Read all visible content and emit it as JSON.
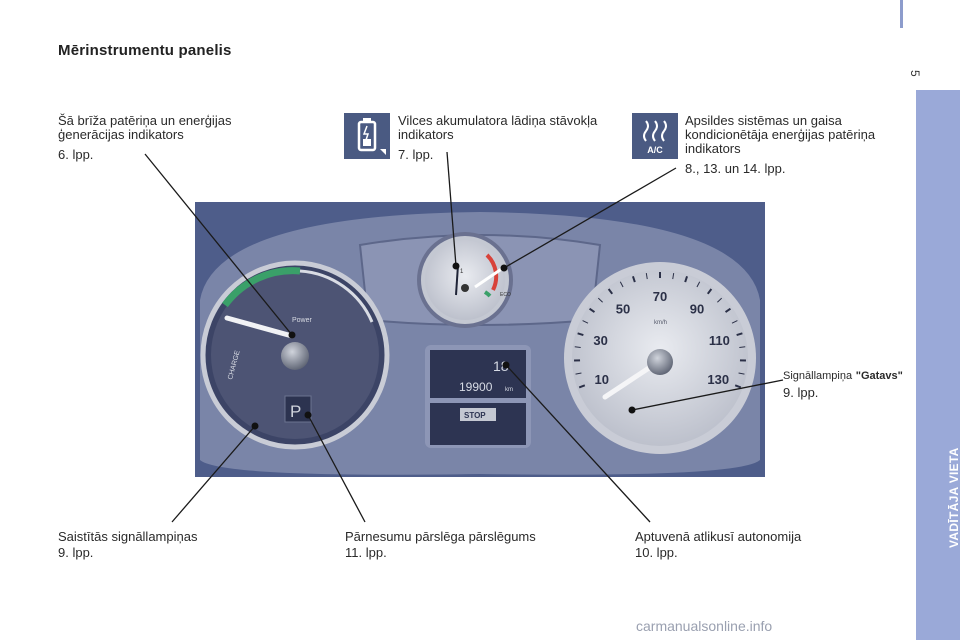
{
  "header": {
    "title": "Mērinstrumentu panelis",
    "page_number": "5"
  },
  "sidebar": {
    "section": "VADĪTĀJA VIETA"
  },
  "callouts": {
    "power_indicator": {
      "text": "Šā brīža patēriņa un enerģijas ģenerācijas indikators",
      "ref": "6. lpp."
    },
    "battery_indicator": {
      "text": "Vilces akumulatora lādiņa stāvokļa indikators",
      "ref": "7. lpp."
    },
    "climate_indicator": {
      "text": "Apsildes sistēmas un gaisa kondicionētāja enerģijas patēriņa indikators",
      "ref": "8., 13. un 14. lpp."
    },
    "ready_light": {
      "text_prefix": "Signāllampiņa",
      "text_bold": "\"Gatavs\"",
      "ref": "9. lpp."
    },
    "warning_lights": {
      "text": "Saistītās signāllampiņas",
      "ref": "9. lpp."
    },
    "gear_selector": {
      "text": "Pārnesumu pārslēga pārslēgums",
      "ref": "11. lpp."
    },
    "range": {
      "text": "Aptuvenā atlikusī autonomija",
      "ref": "10. lpp."
    }
  },
  "cluster": {
    "power_gauge": {
      "label": "Power",
      "charge_label": "CHARGE"
    },
    "gear": "P",
    "display": {
      "range": "18",
      "odometer": "19900",
      "odometer_unit": "km",
      "stop_label": "STOP"
    },
    "speedometer": {
      "unit": "km/h",
      "ticks": [
        "10",
        "30",
        "50",
        "70",
        "90",
        "110",
        "130"
      ]
    },
    "small_gauge": {
      "full": "1",
      "eco": "ECO"
    }
  },
  "icons": {
    "battery": "battery-icon",
    "climate": "heater-ac-icon",
    "climate_label": "A/C"
  },
  "watermark": "carmanualsonline.info",
  "colors": {
    "sidebar": "#9aa9d8",
    "cluster": "#4e5d8a",
    "gauge_green": "#3aa069"
  }
}
